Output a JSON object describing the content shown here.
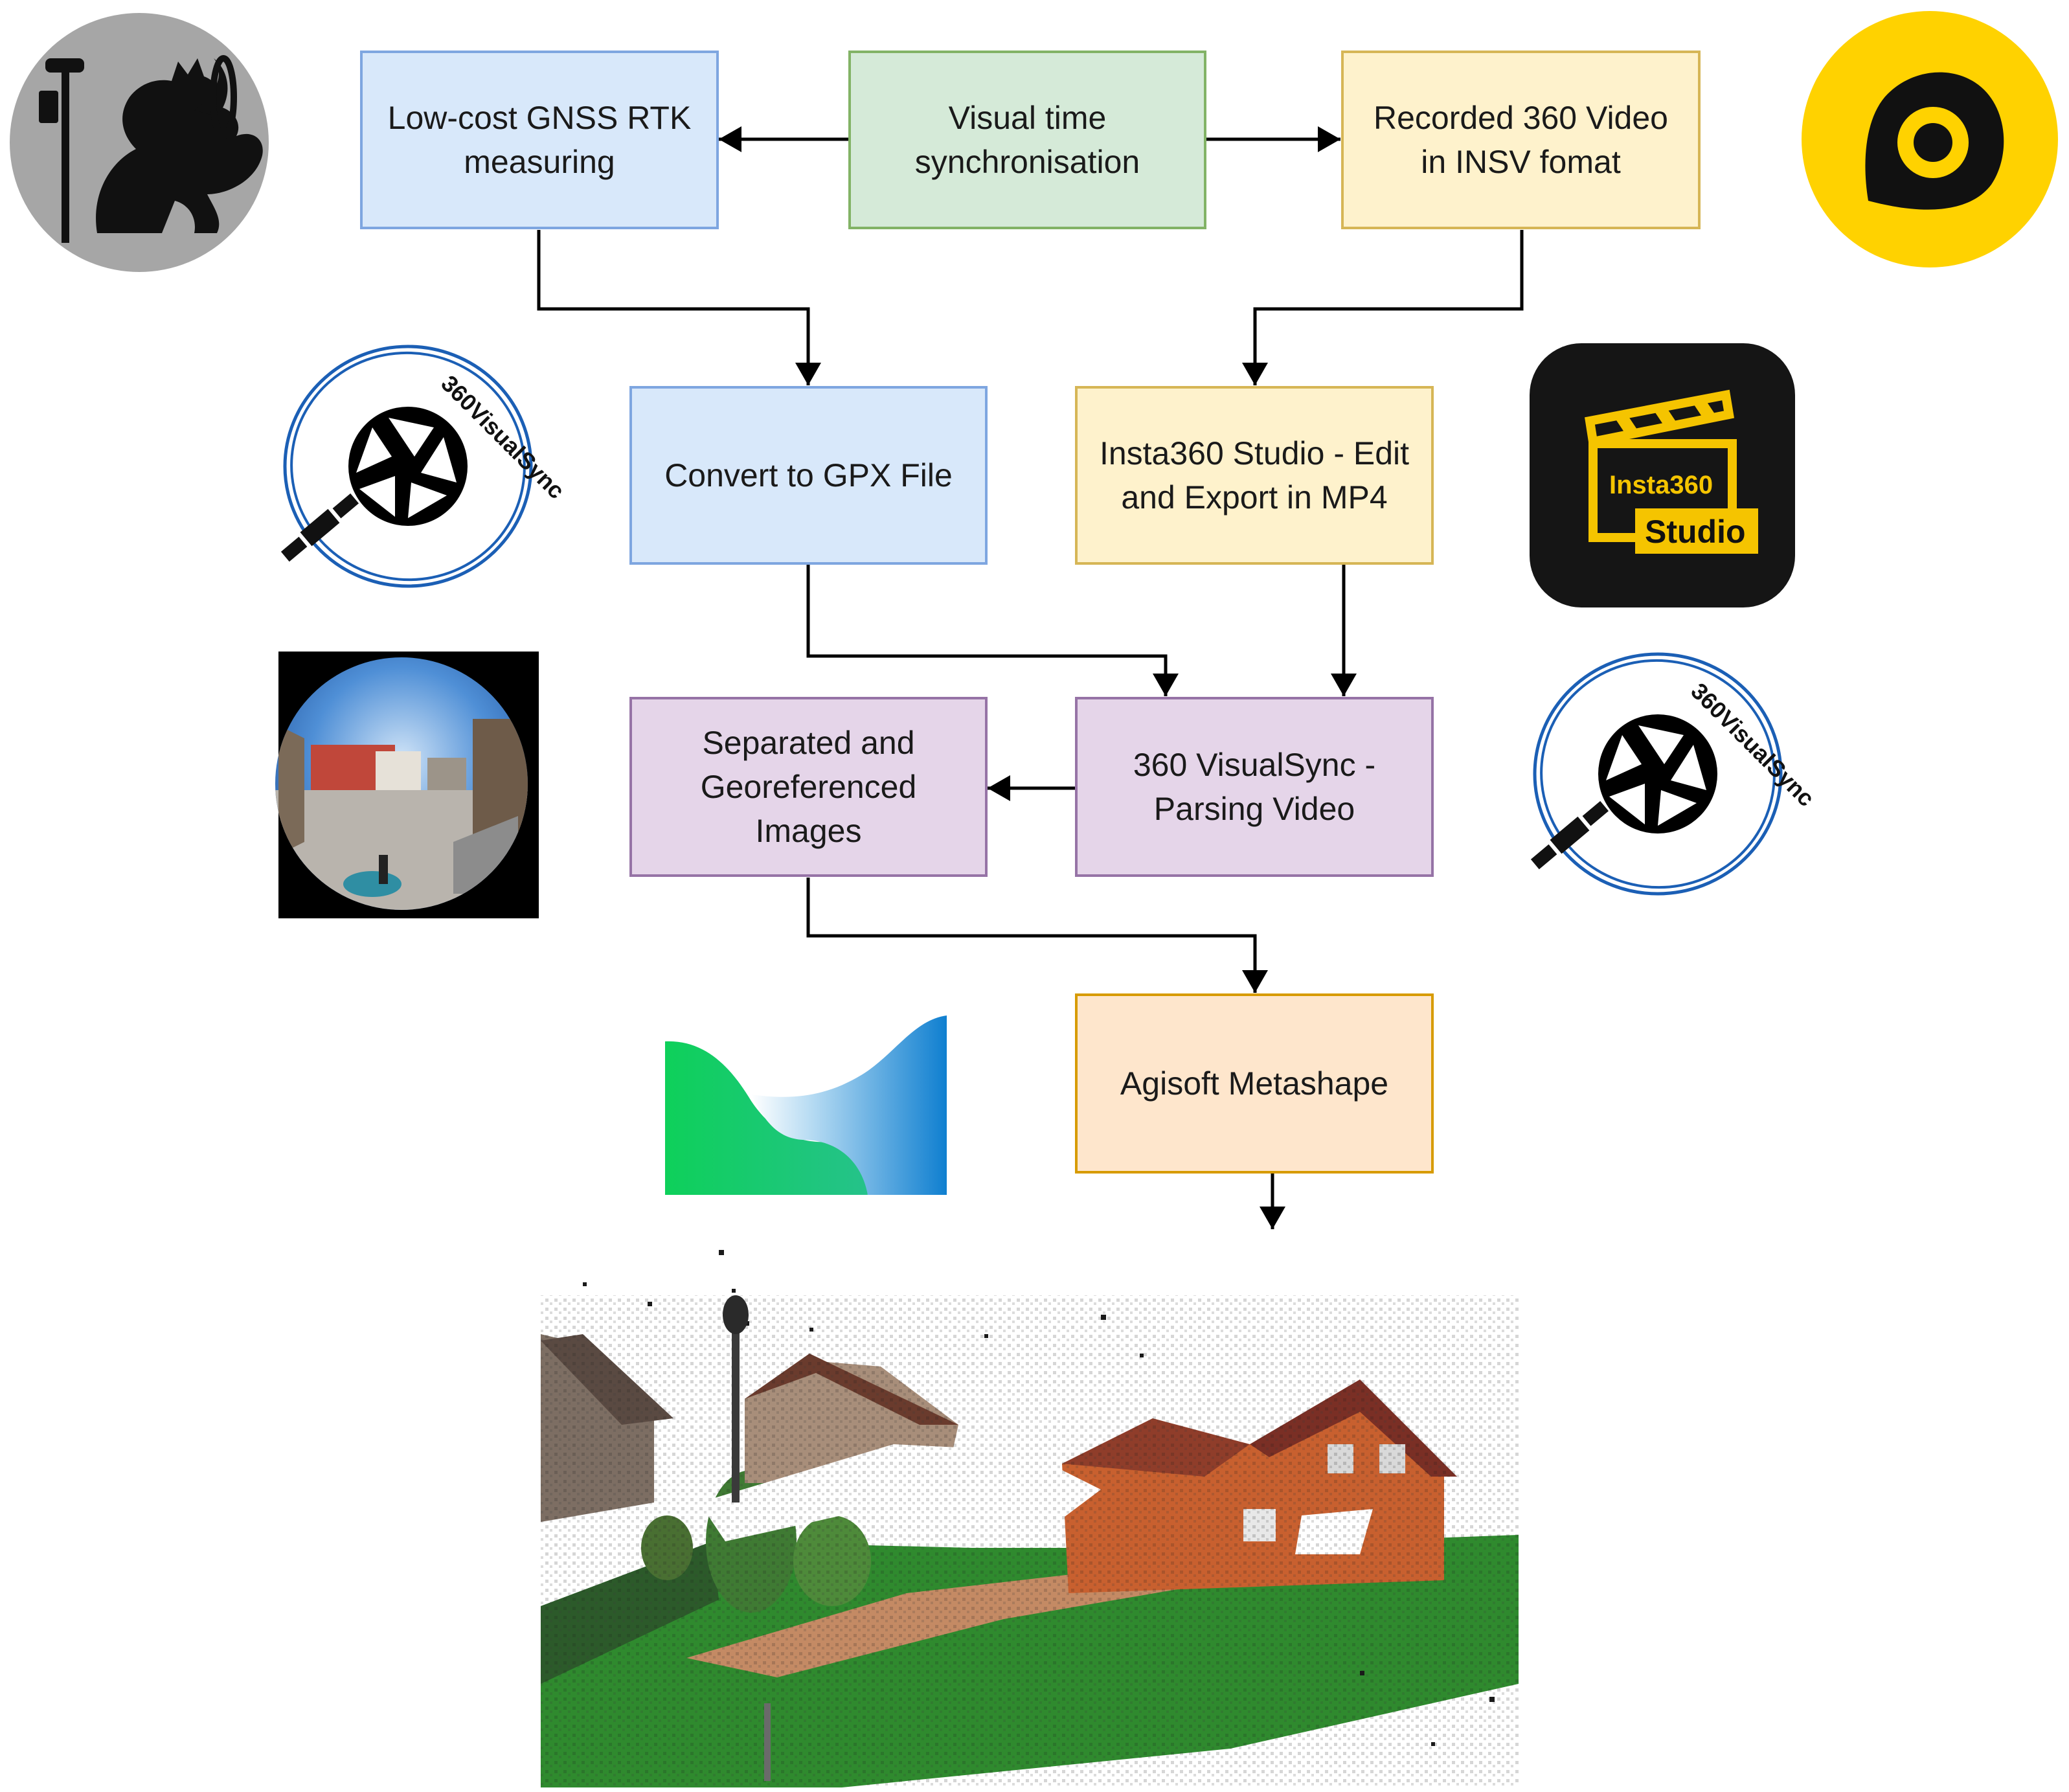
{
  "nodes": {
    "gnss": "Low-cost GNSS RTK\nmeasuring",
    "sync": "Visual time\nsynchronisation",
    "video": "Recorded 360 Video\nin INSV fomat",
    "gpx": "Convert to GPX File",
    "studio": "Insta360 Studio - Edit\nand Export in MP4",
    "separated": "Separated and\nGeoreferenced\nImages",
    "parsing": "360 VisualSync -\nParsing Video",
    "metashape": "Agisoft Metashape"
  },
  "logos": {
    "visualsync_text": "360VisualSync",
    "insta_text": "Insta360",
    "studio_text": "Studio"
  },
  "colors": {
    "blue_fill": "#d8e8fa",
    "blue_stroke": "#7ea6e0",
    "green_fill": "#d5ead8",
    "green_stroke": "#82b366",
    "yellow_fill": "#fef2cc",
    "yellow_stroke": "#d6b656",
    "purple_fill": "#e5d5e9",
    "purple_stroke": "#9673a6",
    "orange_fill": "#fee6cc",
    "orange_stroke": "#d79b00"
  }
}
